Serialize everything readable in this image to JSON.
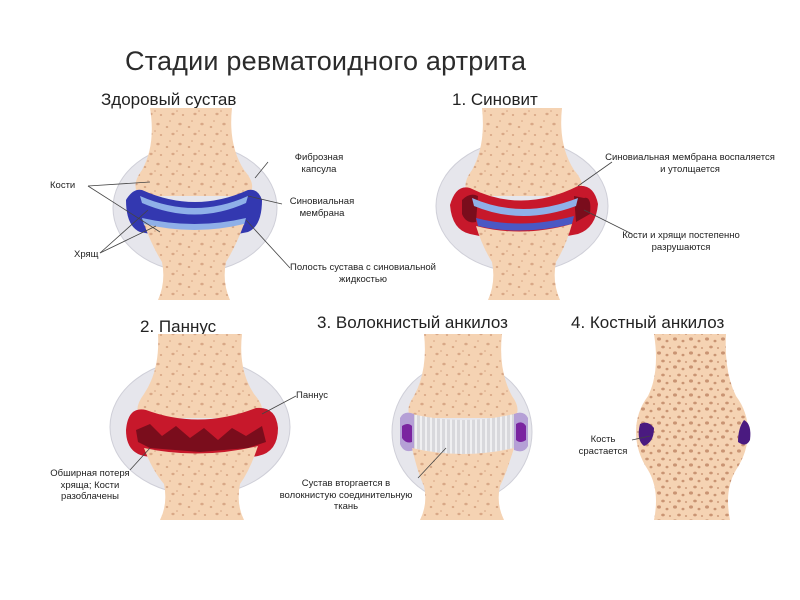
{
  "title": "Стадии ревматоидного артрита",
  "stages": [
    {
      "heading": "Здоровый сустав",
      "labels": {
        "fibrous_capsule": "Фиброзная капсула",
        "bones": "Кости",
        "synovial_membrane": "Синовиальная мембрана",
        "cartilage": "Хрящ",
        "joint_cavity": "Полость сустава с синовиальной жидкостью"
      }
    },
    {
      "heading": "1. Синовит",
      "labels": {
        "membrane_inflamed": "Синовиальная мембрана воспаляется и утолщается",
        "bones_destroyed": "Кости и хрящи постепенно разрушаются"
      }
    },
    {
      "heading": "2. Паннус",
      "labels": {
        "pannus": "Паннус",
        "cartilage_loss": "Обширная потеря хряща; Кости разоблачены"
      }
    },
    {
      "heading": "3. Волокнистый анкилоз",
      "labels": {
        "fibrous_tissue": "Сустав вторгается в волокнистую соединительную ткань"
      }
    },
    {
      "heading": "4. Костный анкилоз",
      "labels": {
        "bone_fusion": "Кость срастается"
      }
    }
  ],
  "colors": {
    "bone": "#f5d3b3",
    "bone_spots": "#d9a887",
    "capsule": "#e4e4ea",
    "synovial_blue": "#3338b0",
    "cartilage_light": "#8fb0e8",
    "inflamed_red": "#c7182b",
    "dark_red": "#7a0d1c",
    "purple": "#8a2aa8",
    "fibrous_gray": "#c8c8cc"
  }
}
